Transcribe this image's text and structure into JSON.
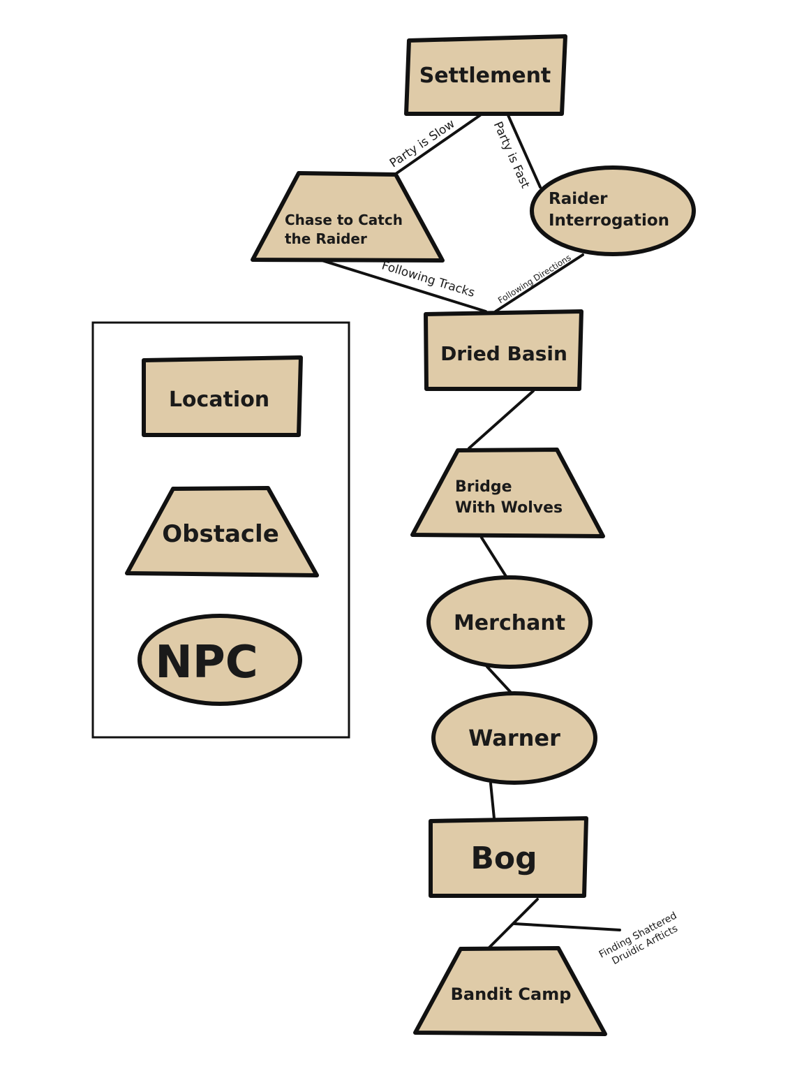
{
  "colors": {
    "fill": "#dfcba8",
    "stroke": "#111111",
    "background": "#ffffff"
  },
  "legend": {
    "location": "Location",
    "obstacle": "Obstacle",
    "npc": "NPC"
  },
  "nodes": {
    "settlement": "Settlement",
    "chase": [
      "Chase to Catch",
      "the Raider"
    ],
    "raider_interrogation": [
      "Raider",
      "Interrogation"
    ],
    "dried_basin": "Dried Basin",
    "bridge": [
      "Bridge",
      "With Wolves"
    ],
    "merchant": "Merchant",
    "warner": "Warner",
    "bog": "Bog",
    "bandit_camp": "Bandit Camp"
  },
  "edges": {
    "party_slow": "Party is Slow",
    "party_fast": "Party is Fast",
    "following_tracks": "Following Tracks",
    "following_directions": "Following Directions",
    "finding_artifacts": [
      "Finding Shattered",
      "Druidic Arfticts"
    ]
  }
}
